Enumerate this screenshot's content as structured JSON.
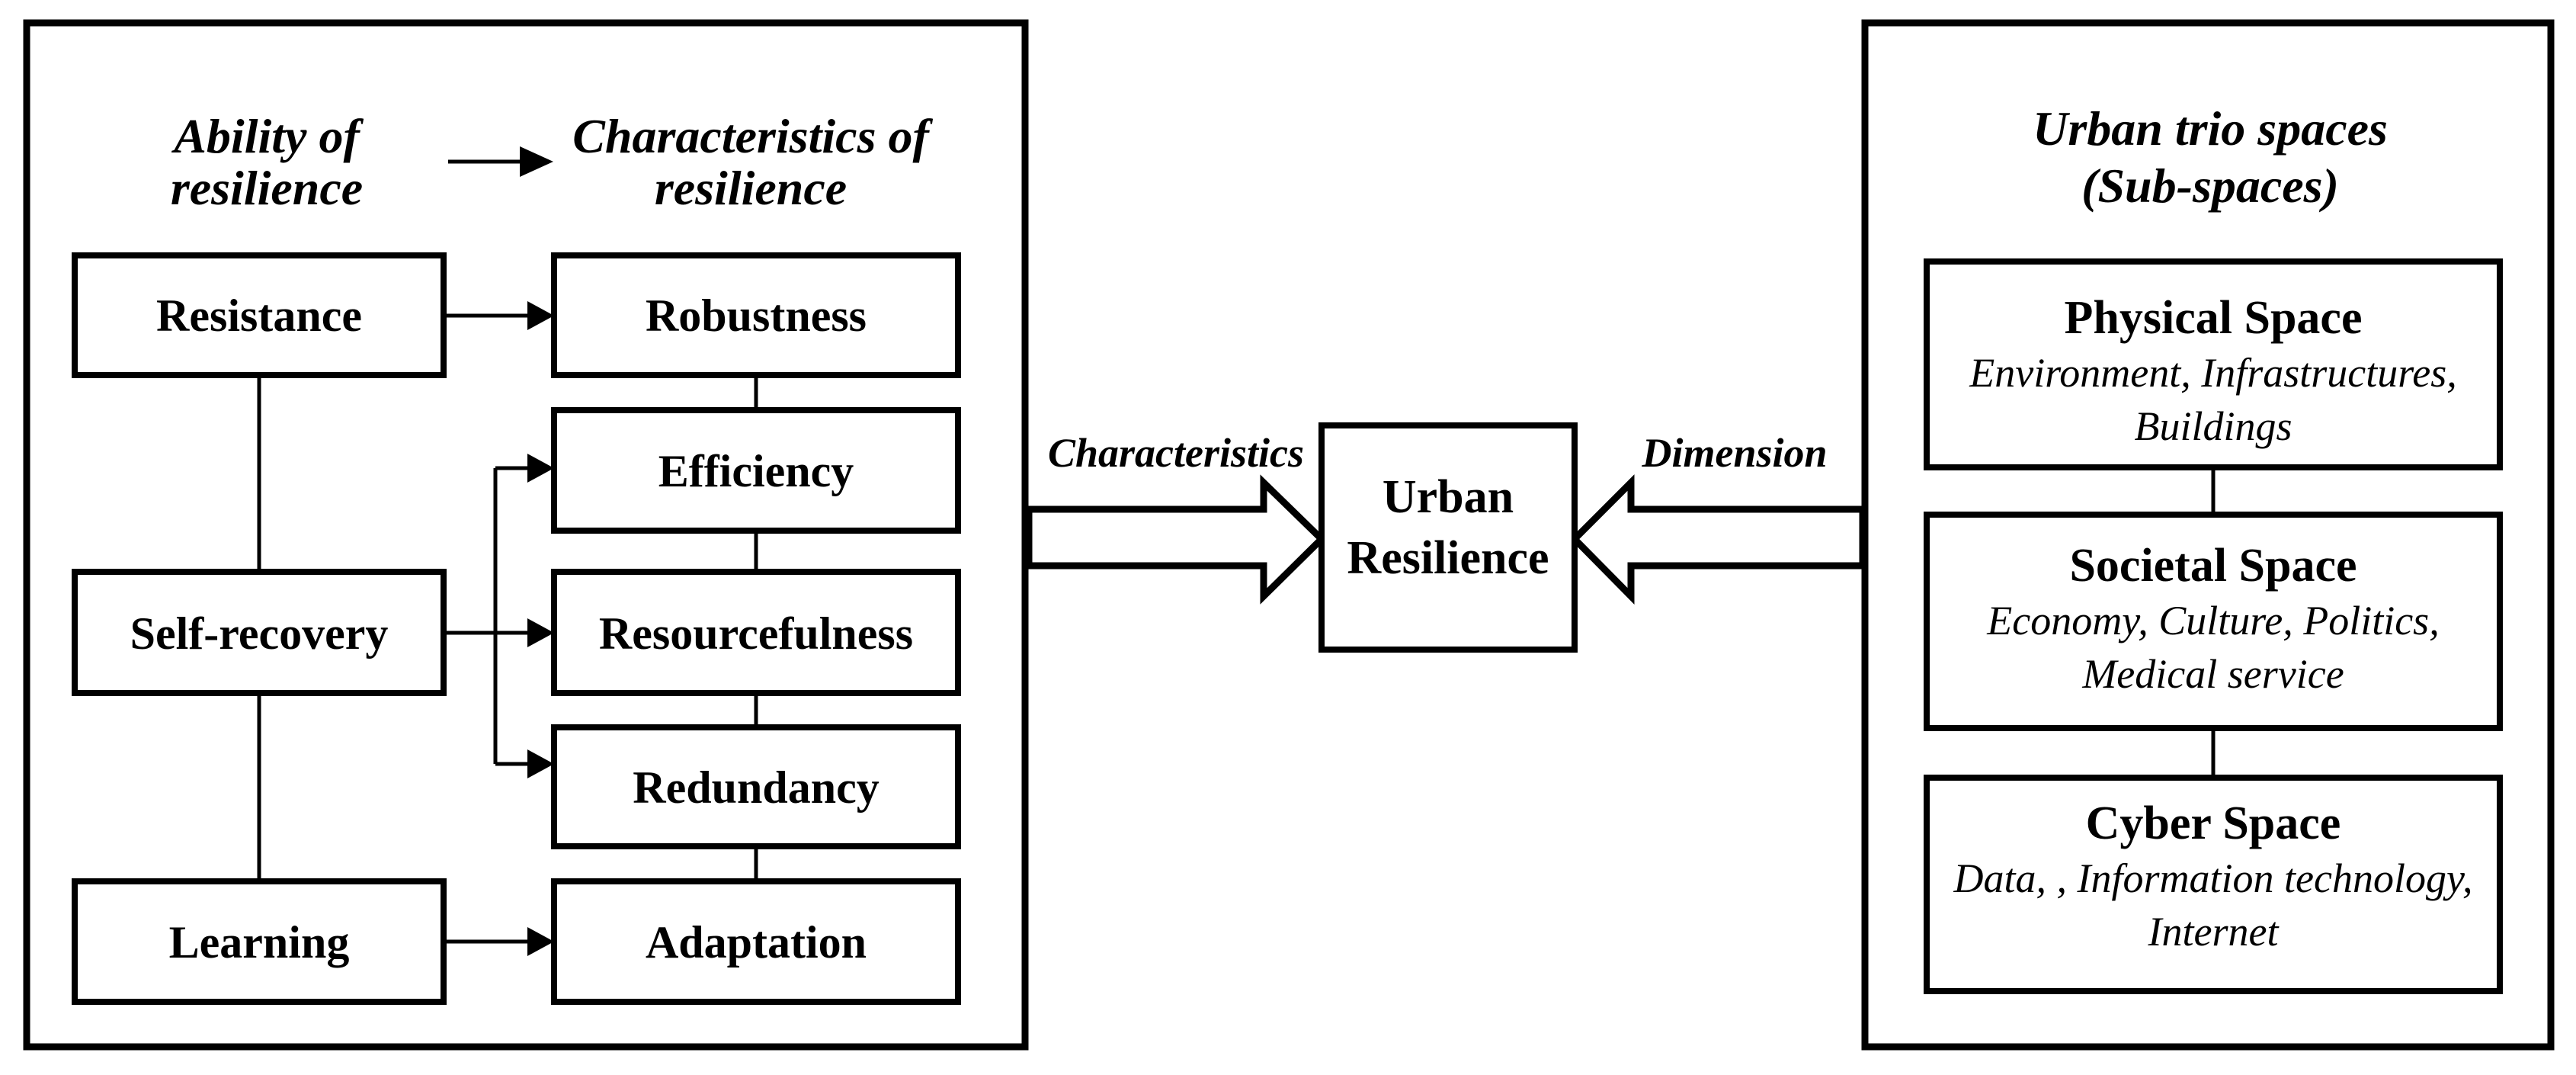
{
  "diagram": {
    "colors": {
      "ink": "#000000",
      "background": "#ffffff"
    },
    "left_panel": {
      "header_left": {
        "line1": "Ability of",
        "line2": "resilience"
      },
      "header_right": {
        "line1": "Characteristics of",
        "line2": "resilience"
      },
      "abilities": [
        "Resistance",
        "Self-recovery",
        "Learning"
      ],
      "characteristics": [
        "Robustness",
        "Efficiency",
        "Resourcefulness",
        "Redundancy",
        "Adaptation"
      ]
    },
    "center": {
      "left_arrow_label": "Characteristics",
      "right_arrow_label": "Dimension",
      "core": {
        "line1": "Urban",
        "line2": "Resilience"
      }
    },
    "right_panel": {
      "header": {
        "line1": "Urban trio spaces",
        "line2": "(Sub-spaces)"
      },
      "spaces": [
        {
          "title": "Physical Space",
          "line1": "Environment, Infrastructures,",
          "line2": "Buildings"
        },
        {
          "title": "Societal Space",
          "line1": "Economy, Culture, Politics,",
          "line2": "Medical service"
        },
        {
          "title": "Cyber Space",
          "line1": "Data, , Information technology,",
          "line2": "Internet"
        }
      ]
    }
  }
}
